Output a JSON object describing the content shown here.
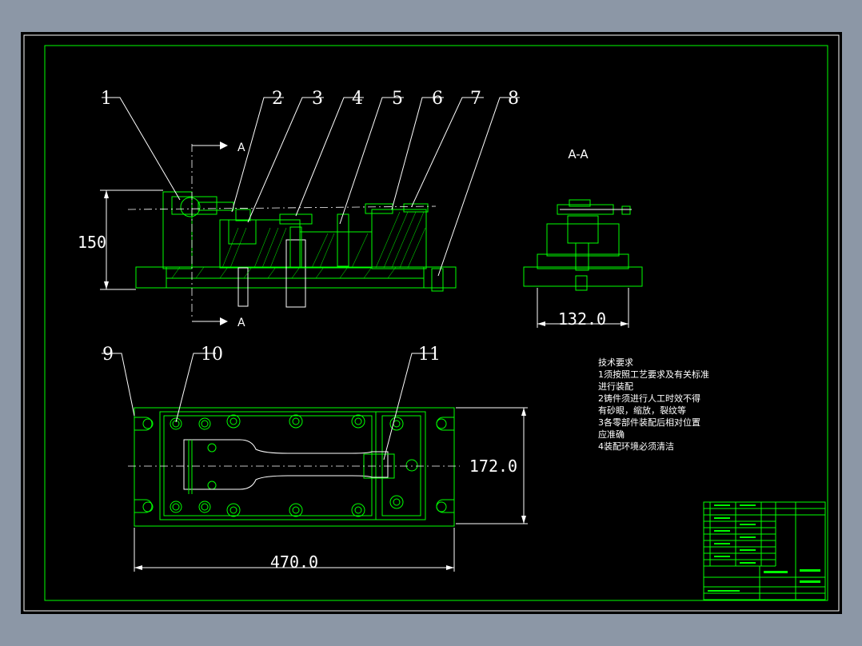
{
  "balloons": [
    "1",
    "2",
    "3",
    "4",
    "5",
    "6",
    "7",
    "8",
    "9",
    "10",
    "11"
  ],
  "section_label": "A-A",
  "section_arrow_top": "A",
  "section_arrow_bottom": "A",
  "dimensions": {
    "height": "150",
    "width_side": "132.0",
    "depth": "172.0",
    "length": "470.0"
  },
  "notes": {
    "title": "技术要求",
    "line1": "1须按照工艺要求及有关标准",
    "line2": "进行装配",
    "line3": "2铸件须进行人工时效不得",
    "line4": "有砂眼，缩放，裂纹等",
    "line5": "3各零部件装配后相对位置",
    "line6": "应准确",
    "line7": "4装配环境必须清洁"
  },
  "colors": {
    "geometry": "#00ff00",
    "annotation": "#ffffff",
    "background": "#000000",
    "outer": "#8c97a6"
  }
}
